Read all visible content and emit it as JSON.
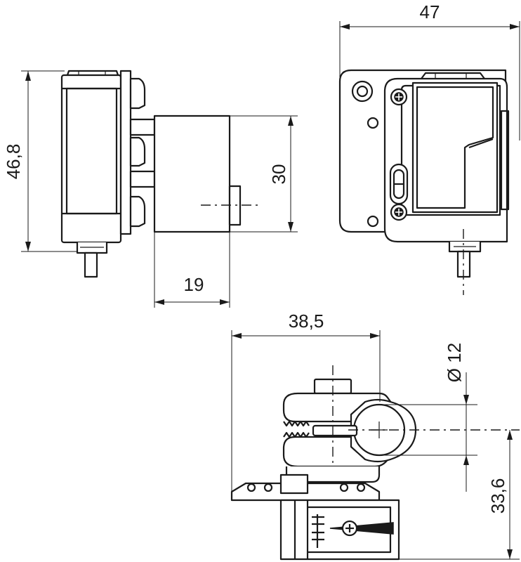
{
  "drawing": {
    "dimensions": {
      "height_left": "46,8",
      "height_middle": "30",
      "depth": "19",
      "width_total": "47",
      "width_bracket": "38,5",
      "diameter": "Ø 12",
      "height_bracket": "33,6"
    }
  }
}
